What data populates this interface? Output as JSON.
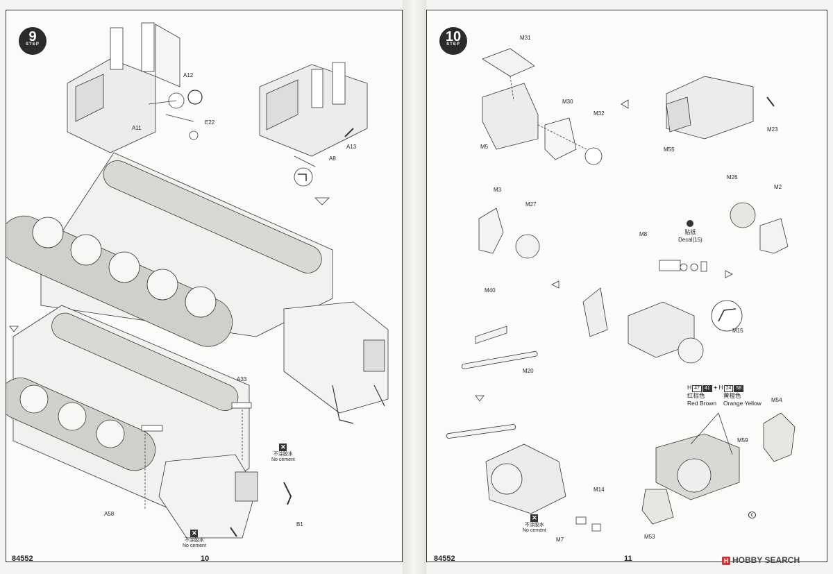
{
  "left_page": {
    "step_number": "9",
    "step_word": "STEP",
    "part_labels": {
      "a12": "A12",
      "a11": "A11",
      "e22": "E22",
      "a13": "A13",
      "a8": "A8",
      "a33": "A33",
      "a58": "A58",
      "b1": "B1"
    },
    "no_cement_1": {
      "cn": "不涂胶水",
      "en": "No cement"
    },
    "no_cement_2": {
      "cn": "不涂胶水",
      "en": "No cement"
    },
    "footer_code": "84552",
    "page_number": "10"
  },
  "right_page": {
    "step_number": "10",
    "step_word": "STEP",
    "part_labels": {
      "m31": "M31",
      "m30": "M30",
      "m32": "M32",
      "m5": "M5",
      "m23": "M23",
      "m55": "M55",
      "m3": "M3",
      "m27": "M27",
      "m26": "M26",
      "m2": "M2",
      "m8": "M8",
      "m40": "M40",
      "m20": "M20",
      "m15": "M15",
      "m54": "M54",
      "m59": "M59",
      "m14": "M14",
      "m7": "M7",
      "m53": "M53",
      "c": "c"
    },
    "decal": {
      "cn": "贴纸",
      "en": "Decal(15)"
    },
    "colors": {
      "h1_prefix": "H",
      "h1_a": "47",
      "h1_b": "41",
      "plus": "+",
      "h2_prefix": "H",
      "h2_a": "24",
      "h2_b": "58",
      "c1_cn": "红棕色",
      "c1_en": "Red Brown",
      "c2_cn": "黄橙色",
      "c2_en": "Orange Yellow"
    },
    "no_cement": {
      "cn": "不涂胶水",
      "en": "No cement"
    },
    "footer_code": "84552",
    "page_number": "11"
  },
  "watermark": {
    "logo": "H",
    "text": "HOBBY SEARCH"
  },
  "ink_color": "#333333"
}
